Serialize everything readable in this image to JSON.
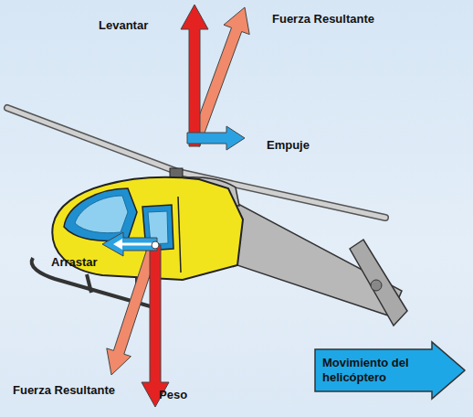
{
  "diagram": {
    "nodes": [
      {
        "text": [
          "Movimiento del helicóptero"
        ]
      }
    ],
    "labels": [
      "Levantar",
      "Fuerza Resultante",
      "Empuje",
      "Arrastar",
      "Fuerza Resultante",
      "Peso"
    ]
  }
}
